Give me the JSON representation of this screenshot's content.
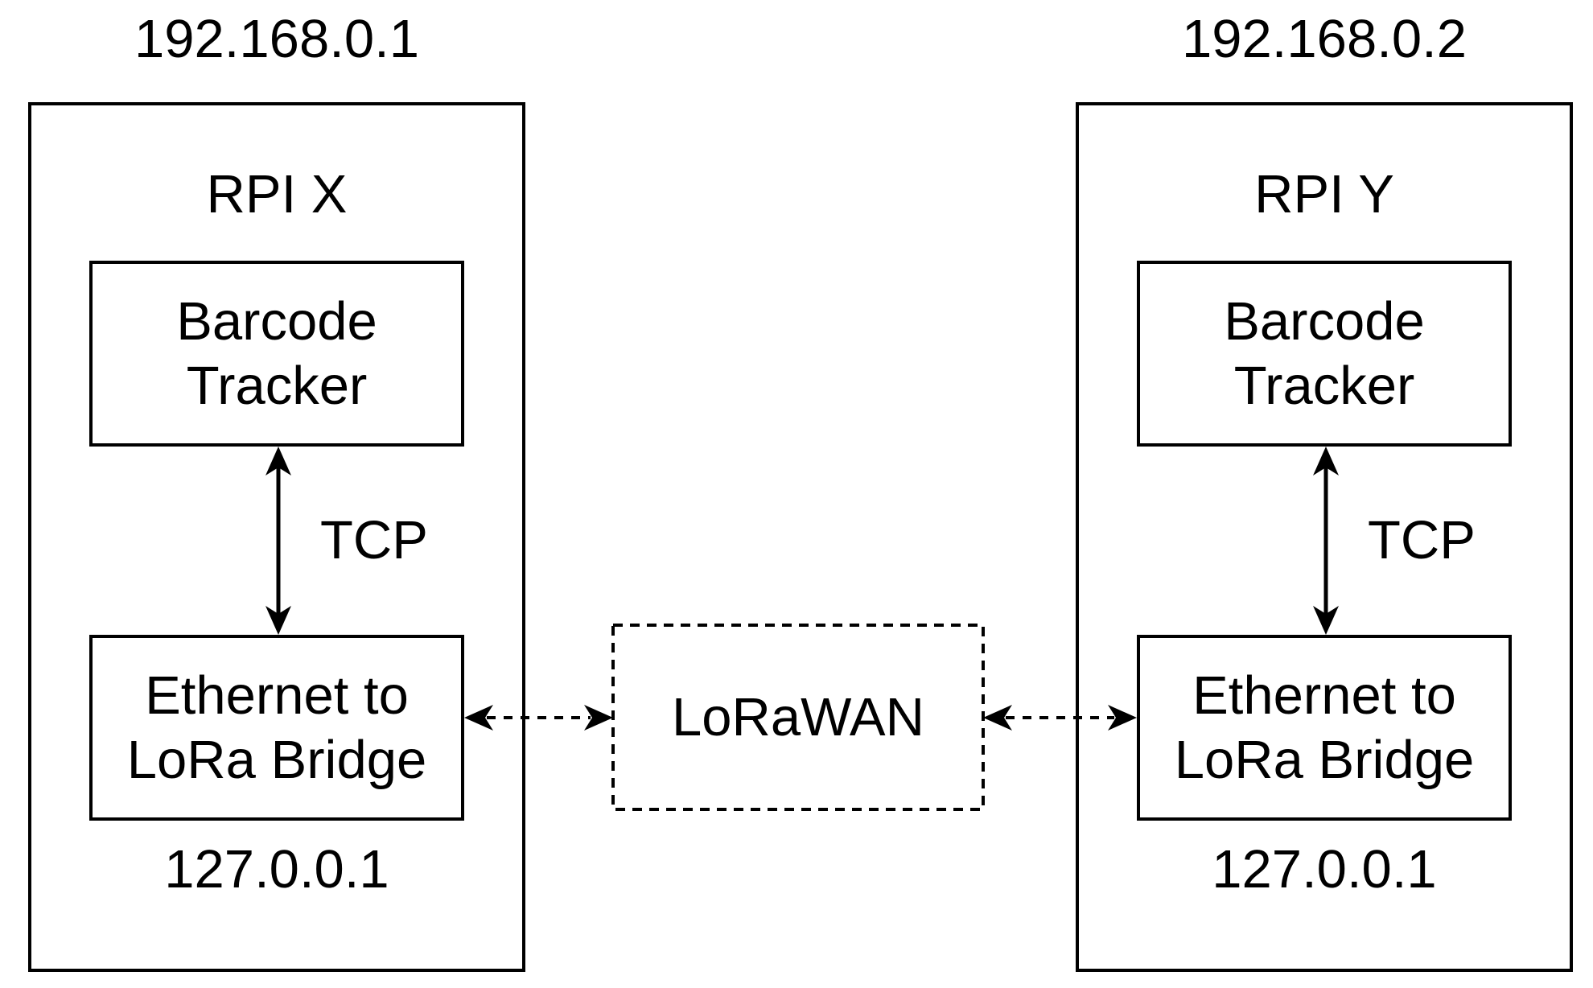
{
  "diagram": {
    "kind": "network-architecture",
    "colors": {
      "stroke": "#000000",
      "background": "#ffffff"
    },
    "lorawan": {
      "label": "LoRaWAN"
    },
    "left": {
      "ip": "192.168.0.1",
      "name": "RPI X",
      "barcode_label": "Barcode\nTracker",
      "tcp_label": "TCP",
      "bridge_label": "Ethernet to\nLoRa Bridge",
      "loopback": "127.0.0.1"
    },
    "right": {
      "ip": "192.168.0.2",
      "name": "RPI Y",
      "barcode_label": "Barcode\nTracker",
      "tcp_label": "TCP",
      "bridge_label": "Ethernet to\nLoRa Bridge",
      "loopback": "127.0.0.1"
    }
  }
}
